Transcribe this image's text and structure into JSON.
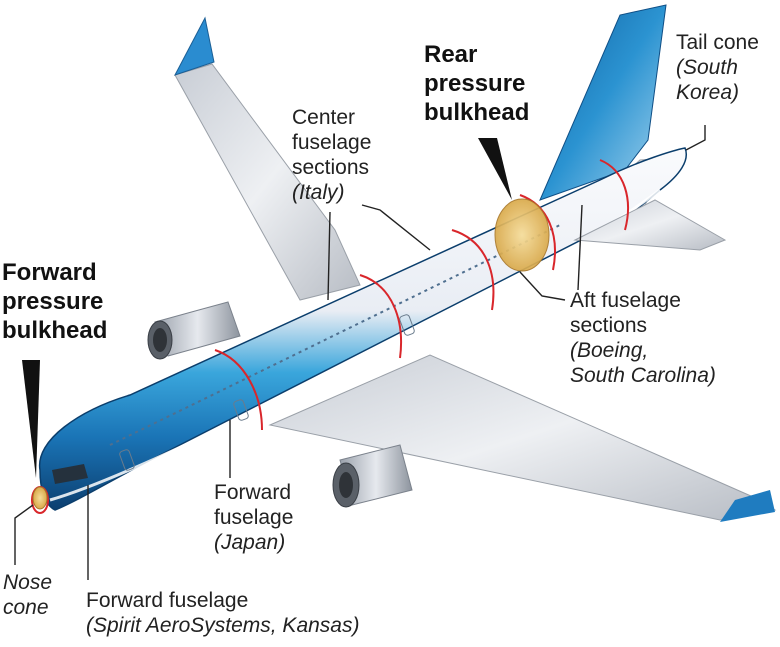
{
  "labels": {
    "tail_cone": {
      "title": "Tail cone",
      "origin": "(South Korea)",
      "origin_l1": "(South",
      "origin_l2": "Korea)"
    },
    "rear_bulkhead": {
      "l1": "Rear",
      "l2": "pressure",
      "l3": "bulkhead"
    },
    "center_fuselage": {
      "l1": "Center",
      "l2": "fuselage",
      "l3": "sections",
      "origin": "(Italy)"
    },
    "forward_bulkhead": {
      "l1": "Forward",
      "l2": "pressure",
      "l3": "bulkhead"
    },
    "aft_fuselage": {
      "l1": "Aft fuselage",
      "l2": "sections",
      "origin_l1": "(Boeing,",
      "origin_l2": "South Carolina)"
    },
    "forward_fuselage_japan": {
      "l1": "Forward",
      "l2": "fuselage",
      "origin": "(Japan)"
    },
    "nose_cone": {
      "l1": "Nose",
      "l2": "cone"
    },
    "forward_fuselage_spirit": {
      "title": "Forward fuselage",
      "origin": "(Spirit AeroSystems, Kansas)"
    }
  },
  "colors": {
    "fuselage_blue": "#1e88c8",
    "fuselage_dark": "#0d4f86",
    "fuselage_white": "#f4f6fa",
    "wing_gray": "#d9dde3",
    "section_line": "#d9262b",
    "bulkhead_fill": "#f0c75e"
  }
}
